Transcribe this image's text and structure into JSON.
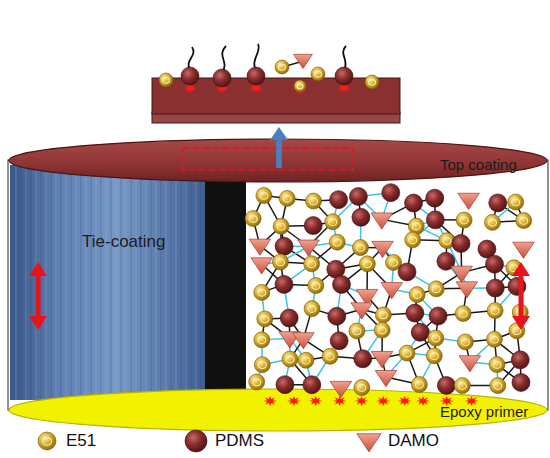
{
  "diagram": {
    "nodes": [
      {
        "text": [
          "Top coating"
        ]
      },
      {
        "text": [
          "Tie-coating"
        ]
      },
      {
        "text": [
          "Epoxy primer"
        ]
      }
    ],
    "legend": [
      {
        "text": "E51"
      },
      {
        "text": "PDMS"
      },
      {
        "text": "DAMO"
      }
    ]
  }
}
